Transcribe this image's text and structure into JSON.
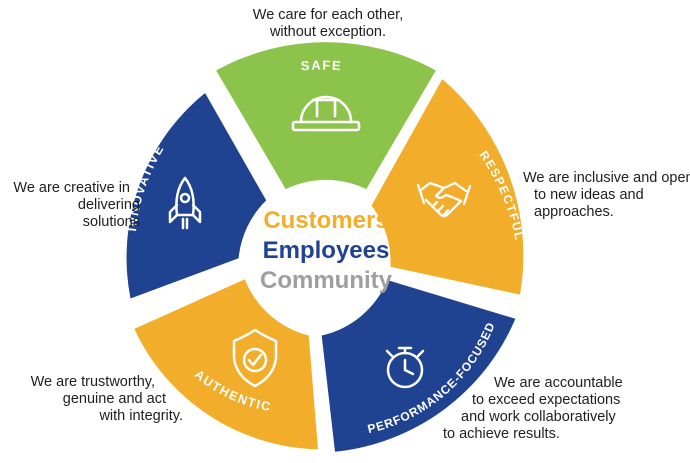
{
  "center": {
    "line1": "Customers",
    "line2": "Employees",
    "line3": "Community"
  },
  "values": [
    {
      "title": "SAFE",
      "icon": "hard-hat-icon",
      "color": "#8cc34b",
      "description": [
        "We care for each other,",
        "without exception."
      ]
    },
    {
      "title": "RESPECTFUL",
      "icon": "handshake-icon",
      "color": "#f2ad2b",
      "description": [
        "We are inclusive and open",
        "to new ideas and",
        "approaches."
      ]
    },
    {
      "title": "PERFORMANCE-FOCUSED",
      "icon": "stopwatch-icon",
      "color": "#1f4390",
      "description": [
        "We are accountable",
        "to exceed expectations",
        "and work collaboratively",
        "to achieve results."
      ]
    },
    {
      "title": "AUTHENTIC",
      "icon": "shield-check-icon",
      "color": "#f2ad2b",
      "description": [
        "We are trustworthy,",
        "genuine and act",
        "with integrity."
      ]
    },
    {
      "title": "INNOVATIVE",
      "icon": "rocket-icon",
      "color": "#1f4390",
      "description": [
        "We are creative in",
        "delivering",
        "solutions"
      ]
    }
  ],
  "colors": {
    "customers": "#f2ad2b",
    "employees": "#1f4390",
    "community": "#9e9e9e"
  }
}
